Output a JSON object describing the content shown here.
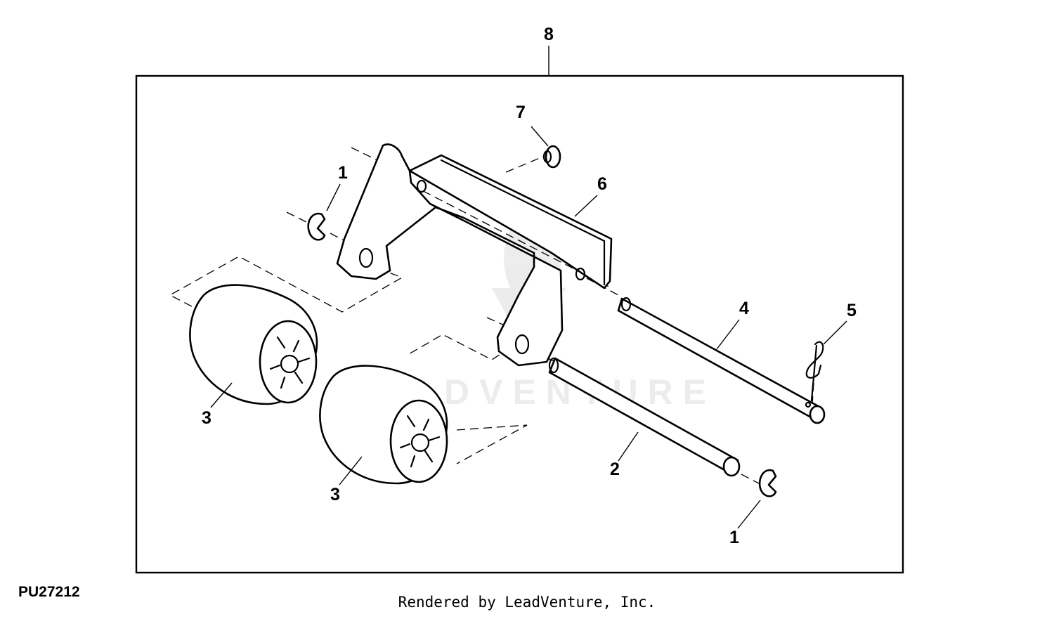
{
  "diagram": {
    "callouts": {
      "c8": "8",
      "c7": "7",
      "c6": "6",
      "c1_top": "1",
      "c1_bottom": "1",
      "c2": "2",
      "c3_left": "3",
      "c3_right": "3",
      "c4": "4",
      "c5": "5"
    },
    "figure_id": "PU27212",
    "render_note": "Rendered by LeadVenture, Inc.",
    "watermark": {
      "text": "LEADVENTURE",
      "logo_icon": "leadventure-flame-logo"
    }
  }
}
